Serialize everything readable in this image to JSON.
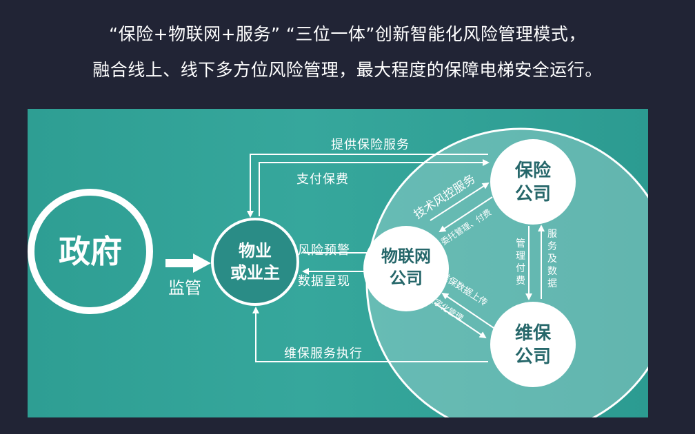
{
  "header": {
    "line1": "“保险+物联网+服务” “三位一体”创新智能化风险管理模式，",
    "line2": "融合线上、线下多方位风险管理，最大程度的保障电梯安全运行。"
  },
  "nodes": {
    "government": "政府",
    "property": [
      "物业",
      "或业主"
    ],
    "iot": [
      "物联网",
      "公司"
    ],
    "insurance": [
      "保险",
      "公司"
    ],
    "maintenance": [
      "维保",
      "公司"
    ]
  },
  "flows": {
    "supervise": "监管",
    "provide_insurance": "提供保险服务",
    "pay_premium": "支付保费",
    "risk_warning": "风险预警",
    "data_present": "数据呈现",
    "maintenance_exec": "维保服务执行",
    "tech_risk_control": "技术风控服务",
    "entrust_pay": "委托管理、付费",
    "manage_pay": [
      "管",
      "理",
      "付",
      "费"
    ],
    "service_data": [
      "服",
      "务",
      "及",
      "数",
      "据"
    ],
    "maint_data_upload": "维保数据上传",
    "digital_manage": "数字化管理"
  },
  "colors": {
    "background": "#212435",
    "panel": "#36a79c",
    "node_text": "#26676a",
    "big_circle_fill": "#7fc7c1",
    "property_fill": "#2a8c86"
  }
}
